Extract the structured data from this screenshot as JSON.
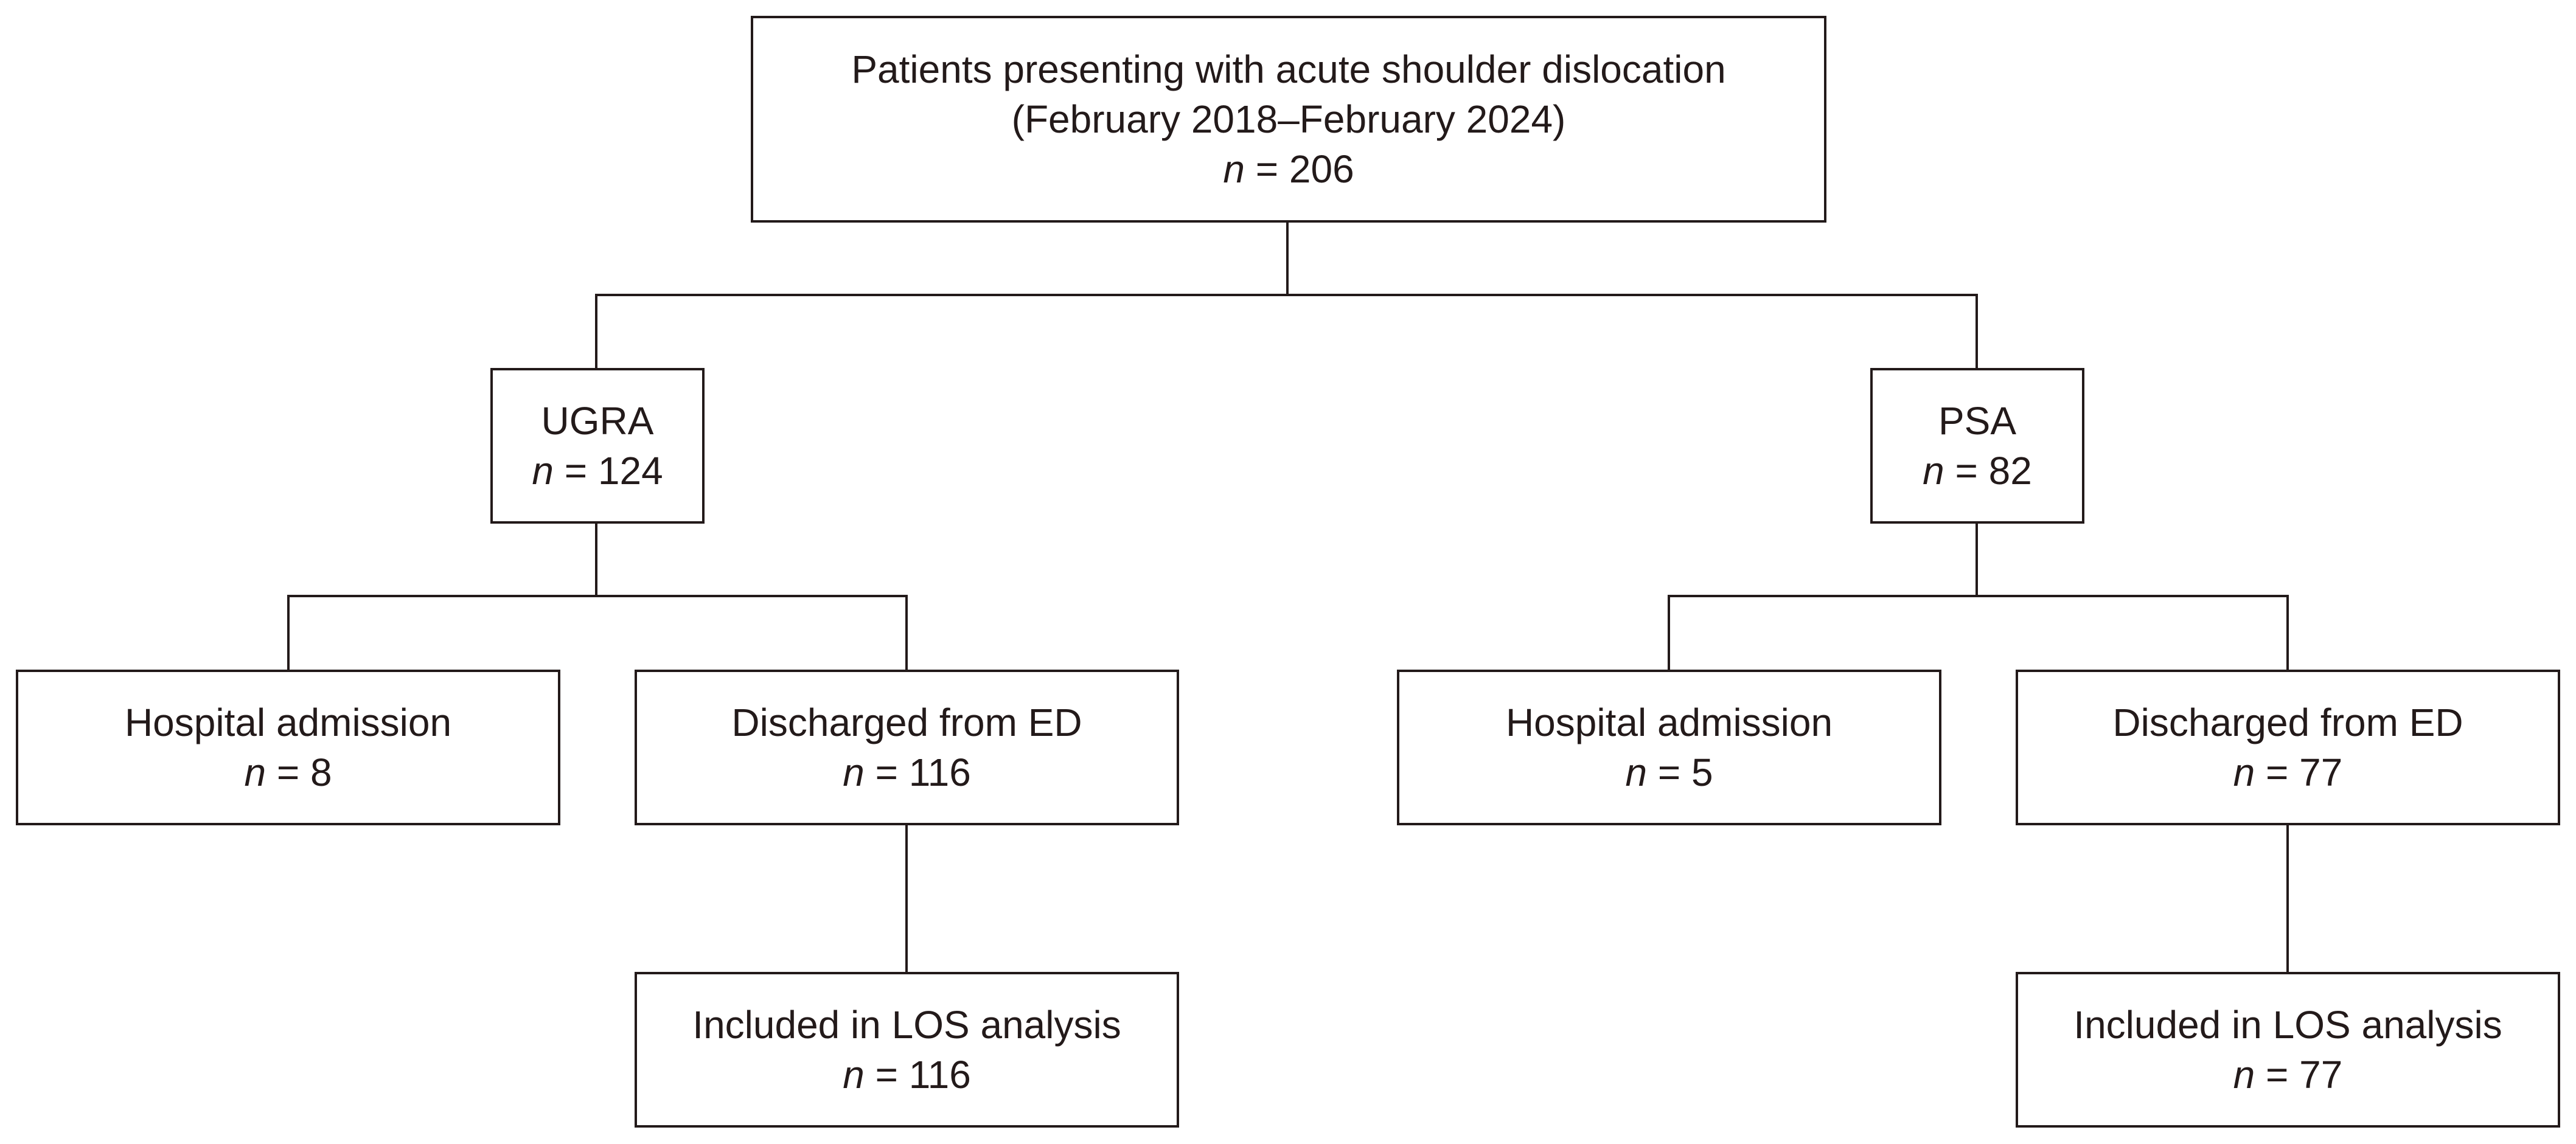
{
  "root": {
    "line1": "Patients presenting with acute shoulder dislocation",
    "line2": "(February 2018–February 2024)",
    "n_label": "n",
    "count": " = 206"
  },
  "ugra": {
    "label": "UGRA",
    "n_label": "n",
    "count": " = 124",
    "admission": {
      "label": "Hospital admission",
      "n_label": "n",
      "count": " = 8"
    },
    "discharged": {
      "label": "Discharged from ED",
      "n_label": "n",
      "count": " = 116"
    },
    "los": {
      "label": "Included in LOS analysis",
      "n_label": "n",
      "count": " = 116"
    }
  },
  "psa": {
    "label": "PSA",
    "n_label": "n",
    "count": " = 82",
    "admission": {
      "label": "Hospital admission",
      "n_label": "n",
      "count": " = 5"
    },
    "discharged": {
      "label": "Discharged from ED",
      "n_label": "n",
      "count": " = 77"
    },
    "los": {
      "label": "Included in LOS analysis",
      "n_label": "n",
      "count": " = 77"
    }
  }
}
